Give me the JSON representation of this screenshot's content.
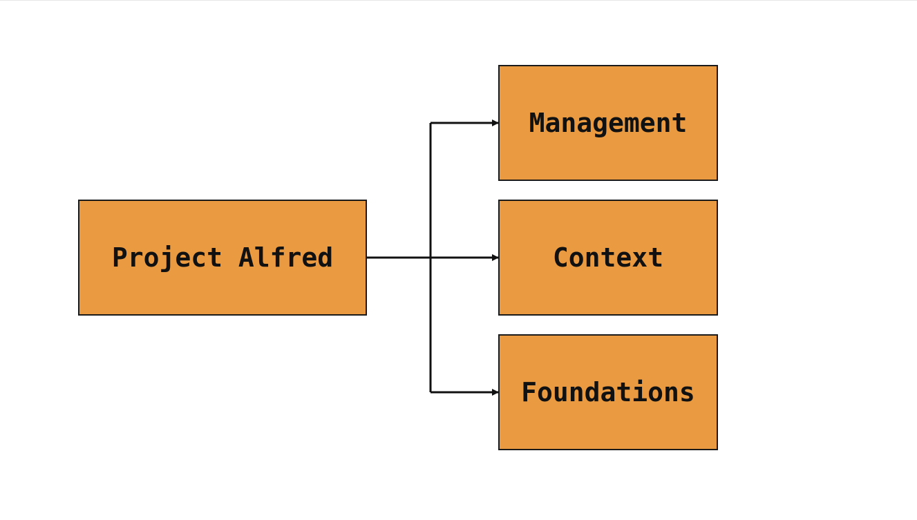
{
  "colors": {
    "node_fill": "#EA9A40",
    "node_border": "#1A1A1A",
    "connector": "#111111",
    "text": "#111111",
    "background": "#FFFFFF"
  },
  "diagram": {
    "root": {
      "label": "Project Alfred"
    },
    "children": [
      {
        "label": "Management"
      },
      {
        "label": "Context"
      },
      {
        "label": "Foundations"
      }
    ]
  }
}
